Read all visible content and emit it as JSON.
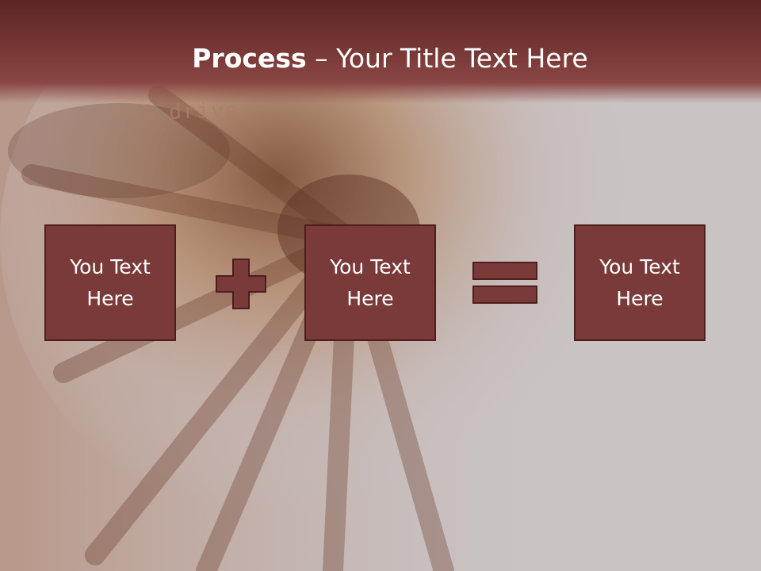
{
  "title": {
    "bold": "Process",
    "rest": " – Your Title Text Here"
  },
  "background": {
    "watermark_text": "& drive"
  },
  "process": {
    "boxes": [
      {
        "text": "You Text Here"
      },
      {
        "text": "You Text Here"
      },
      {
        "text": "You Text Here"
      }
    ],
    "operators": [
      "plus",
      "equals"
    ]
  },
  "colors": {
    "header": "#7a3a38",
    "box_fill": "#7a3a3a",
    "box_border": "#4d1e1e",
    "text": "#ffffff"
  }
}
